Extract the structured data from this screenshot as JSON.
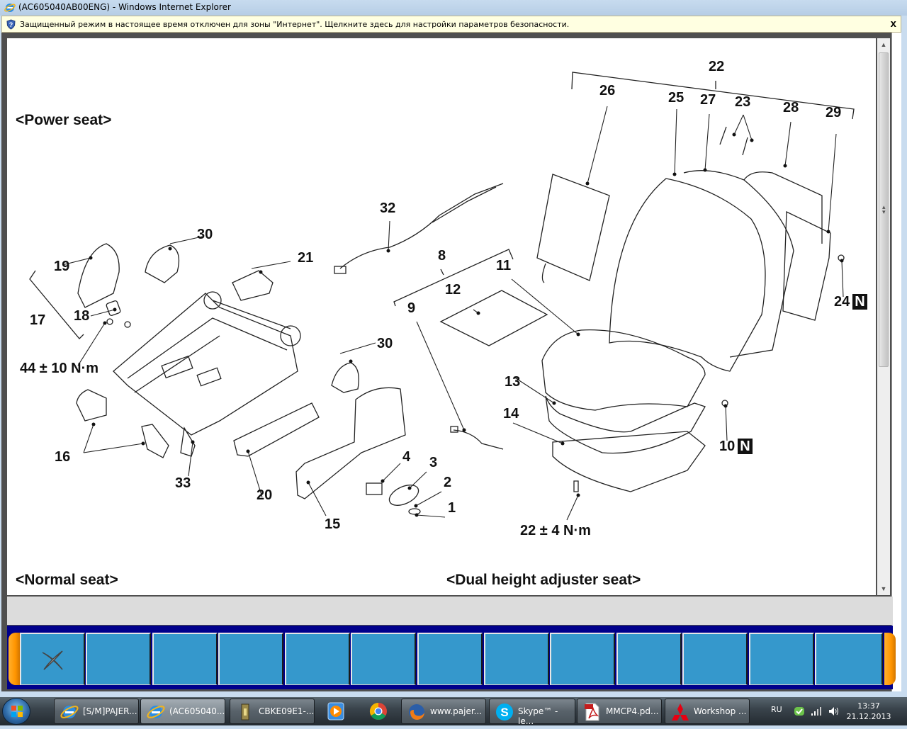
{
  "window": {
    "title": "(AC605040AB00ENG) - Windows Internet Explorer"
  },
  "infobar": {
    "message": "Защищенный режим в настоящее время отключен для зоны \"Интернет\".  Щелкните здесь для настройки параметров безопасности.",
    "close_label": "x"
  },
  "diagram": {
    "sections": {
      "power_seat": "<Power seat>",
      "normal_seat": "<Normal seat>",
      "dual_height": "<Dual height adjuster seat>"
    },
    "torques": {
      "t44": "44 ± 10 N·m",
      "t22": "22 ± 4 N·m"
    },
    "callouts": {
      "c1": "1",
      "c2": "2",
      "c3": "3",
      "c4": "4",
      "c8": "8",
      "c9": "9",
      "c10": "10",
      "c11": "11",
      "c12": "12",
      "c13": "13",
      "c14": "14",
      "c15": "15",
      "c16": "16",
      "c17": "17",
      "c18": "18",
      "c19": "19",
      "c20": "20",
      "c21": "21",
      "c22": "22",
      "c23": "23",
      "c24": "24",
      "c25": "25",
      "c26": "26",
      "c27": "27",
      "c28": "28",
      "c29": "29",
      "c30a": "30",
      "c30b": "30",
      "c32": "32",
      "c33": "33"
    },
    "new_part_mark": "N"
  },
  "toolbar": {
    "buttons": [
      {
        "icon": "close-x-icon"
      },
      {
        "icon": ""
      },
      {
        "icon": ""
      },
      {
        "icon": ""
      },
      {
        "icon": ""
      },
      {
        "icon": ""
      },
      {
        "icon": ""
      },
      {
        "icon": ""
      },
      {
        "icon": ""
      },
      {
        "icon": ""
      },
      {
        "icon": ""
      },
      {
        "icon": ""
      },
      {
        "icon": ""
      }
    ],
    "accent": "#3598cc",
    "background": "#00008b",
    "cap_color": "#ff9500"
  },
  "taskbar": {
    "items": [
      {
        "label": "[S/M]PAJER...",
        "icon": "ie-icon"
      },
      {
        "label": "(AC605040...",
        "icon": "ie-icon",
        "active": true
      },
      {
        "label": "CBKE09E1-...",
        "icon": "archive-icon"
      },
      {
        "label": "www.pajer...",
        "icon": "firefox-icon"
      },
      {
        "label": "Skype™ - le...",
        "icon": "skype-icon"
      },
      {
        "label": "MMCP4.pd...",
        "icon": "pdf-icon"
      },
      {
        "label": "Workshop ...",
        "icon": "mitsubishi-icon"
      }
    ],
    "pinned": [
      "media-player-icon",
      "chrome-icon"
    ],
    "tray": {
      "language": "RU",
      "time": "13:37",
      "date": "21.12.2013"
    }
  }
}
